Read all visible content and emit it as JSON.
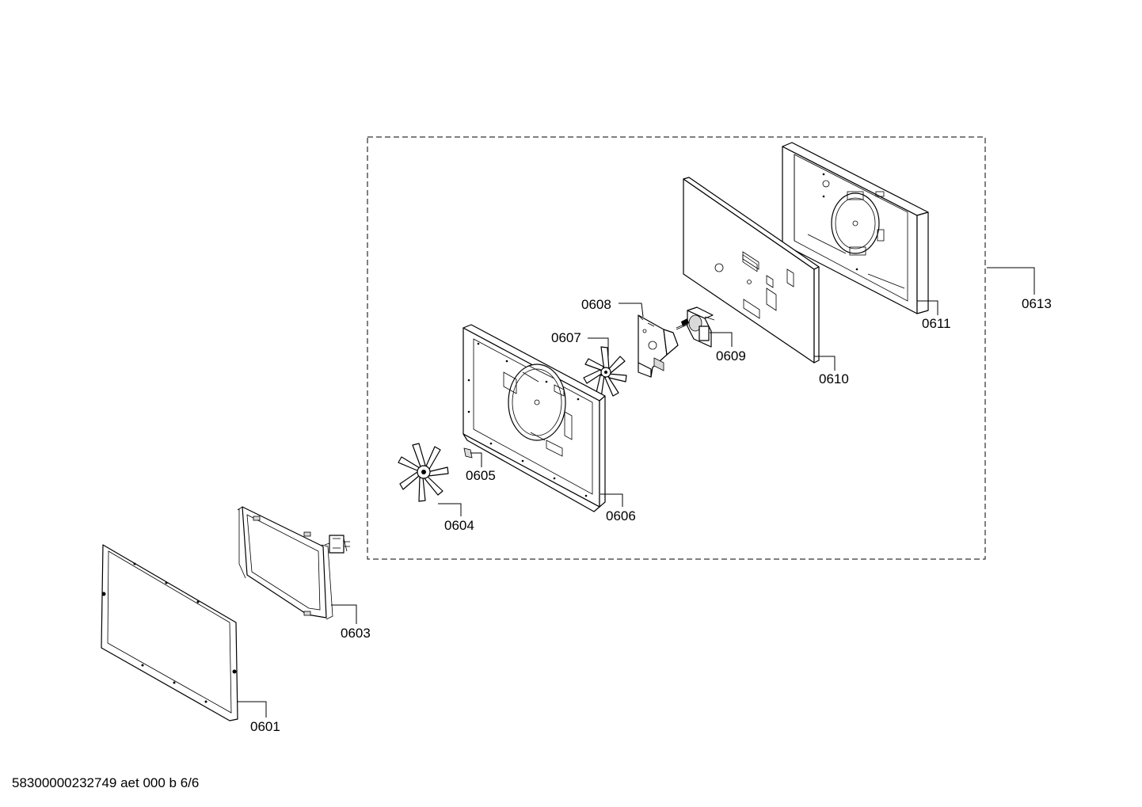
{
  "footer_code": "58300000232749 aet 000 b 6/6",
  "callouts": {
    "p0601": "0601",
    "p0603": "0603",
    "p0604": "0604",
    "p0605": "0605",
    "p0606": "0606",
    "p0607": "0607",
    "p0608": "0608",
    "p0609": "0609",
    "p0610": "0610",
    "p0611": "0611",
    "p0613": "0613"
  }
}
